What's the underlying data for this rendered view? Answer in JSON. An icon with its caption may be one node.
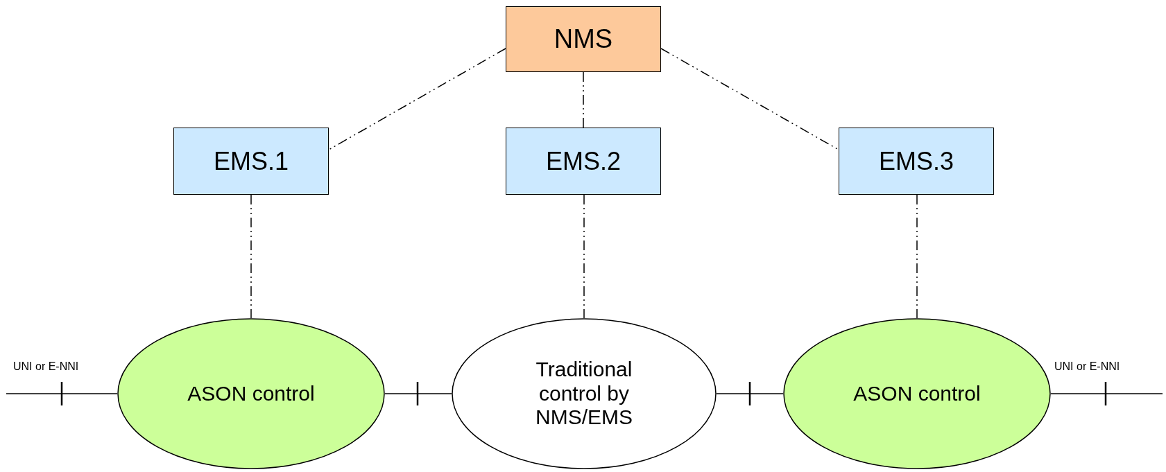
{
  "diagram": {
    "nodes": [
      {
        "text": [
          "NMS"
        ]
      },
      {
        "text": [
          "EMS.1"
        ]
      },
      {
        "text": [
          "EMS.2"
        ]
      },
      {
        "text": [
          "EMS.3"
        ]
      },
      {
        "text": [
          "ASON control"
        ]
      },
      {
        "text": [
          "Traditional control by NMS/EMS"
        ]
      },
      {
        "text": [
          "ASON control"
        ]
      }
    ],
    "edges": [
      {
        "from": 0,
        "to": 1,
        "arrow": "none",
        "style": "dashed"
      },
      {
        "from": 0,
        "to": 2,
        "arrow": "none",
        "style": "dashed"
      },
      {
        "from": 0,
        "to": 3,
        "arrow": "none",
        "style": "dashed"
      },
      {
        "from": 1,
        "to": 4,
        "arrow": "none",
        "style": "dashed"
      },
      {
        "from": 2,
        "to": 5,
        "arrow": "none",
        "style": "dashed"
      },
      {
        "from": 3,
        "to": 6,
        "arrow": "none",
        "style": "dashed"
      },
      {
        "from": null,
        "to": 4,
        "arrow": "none"
      },
      {
        "from": 4,
        "to": 5,
        "arrow": "none"
      },
      {
        "from": 5,
        "to": 6,
        "arrow": "none"
      },
      {
        "from": 6,
        "to": null,
        "arrow": "none"
      }
    ],
    "labels": [
      "UNI or E-NNI",
      "UNI or E-NNI"
    ]
  }
}
